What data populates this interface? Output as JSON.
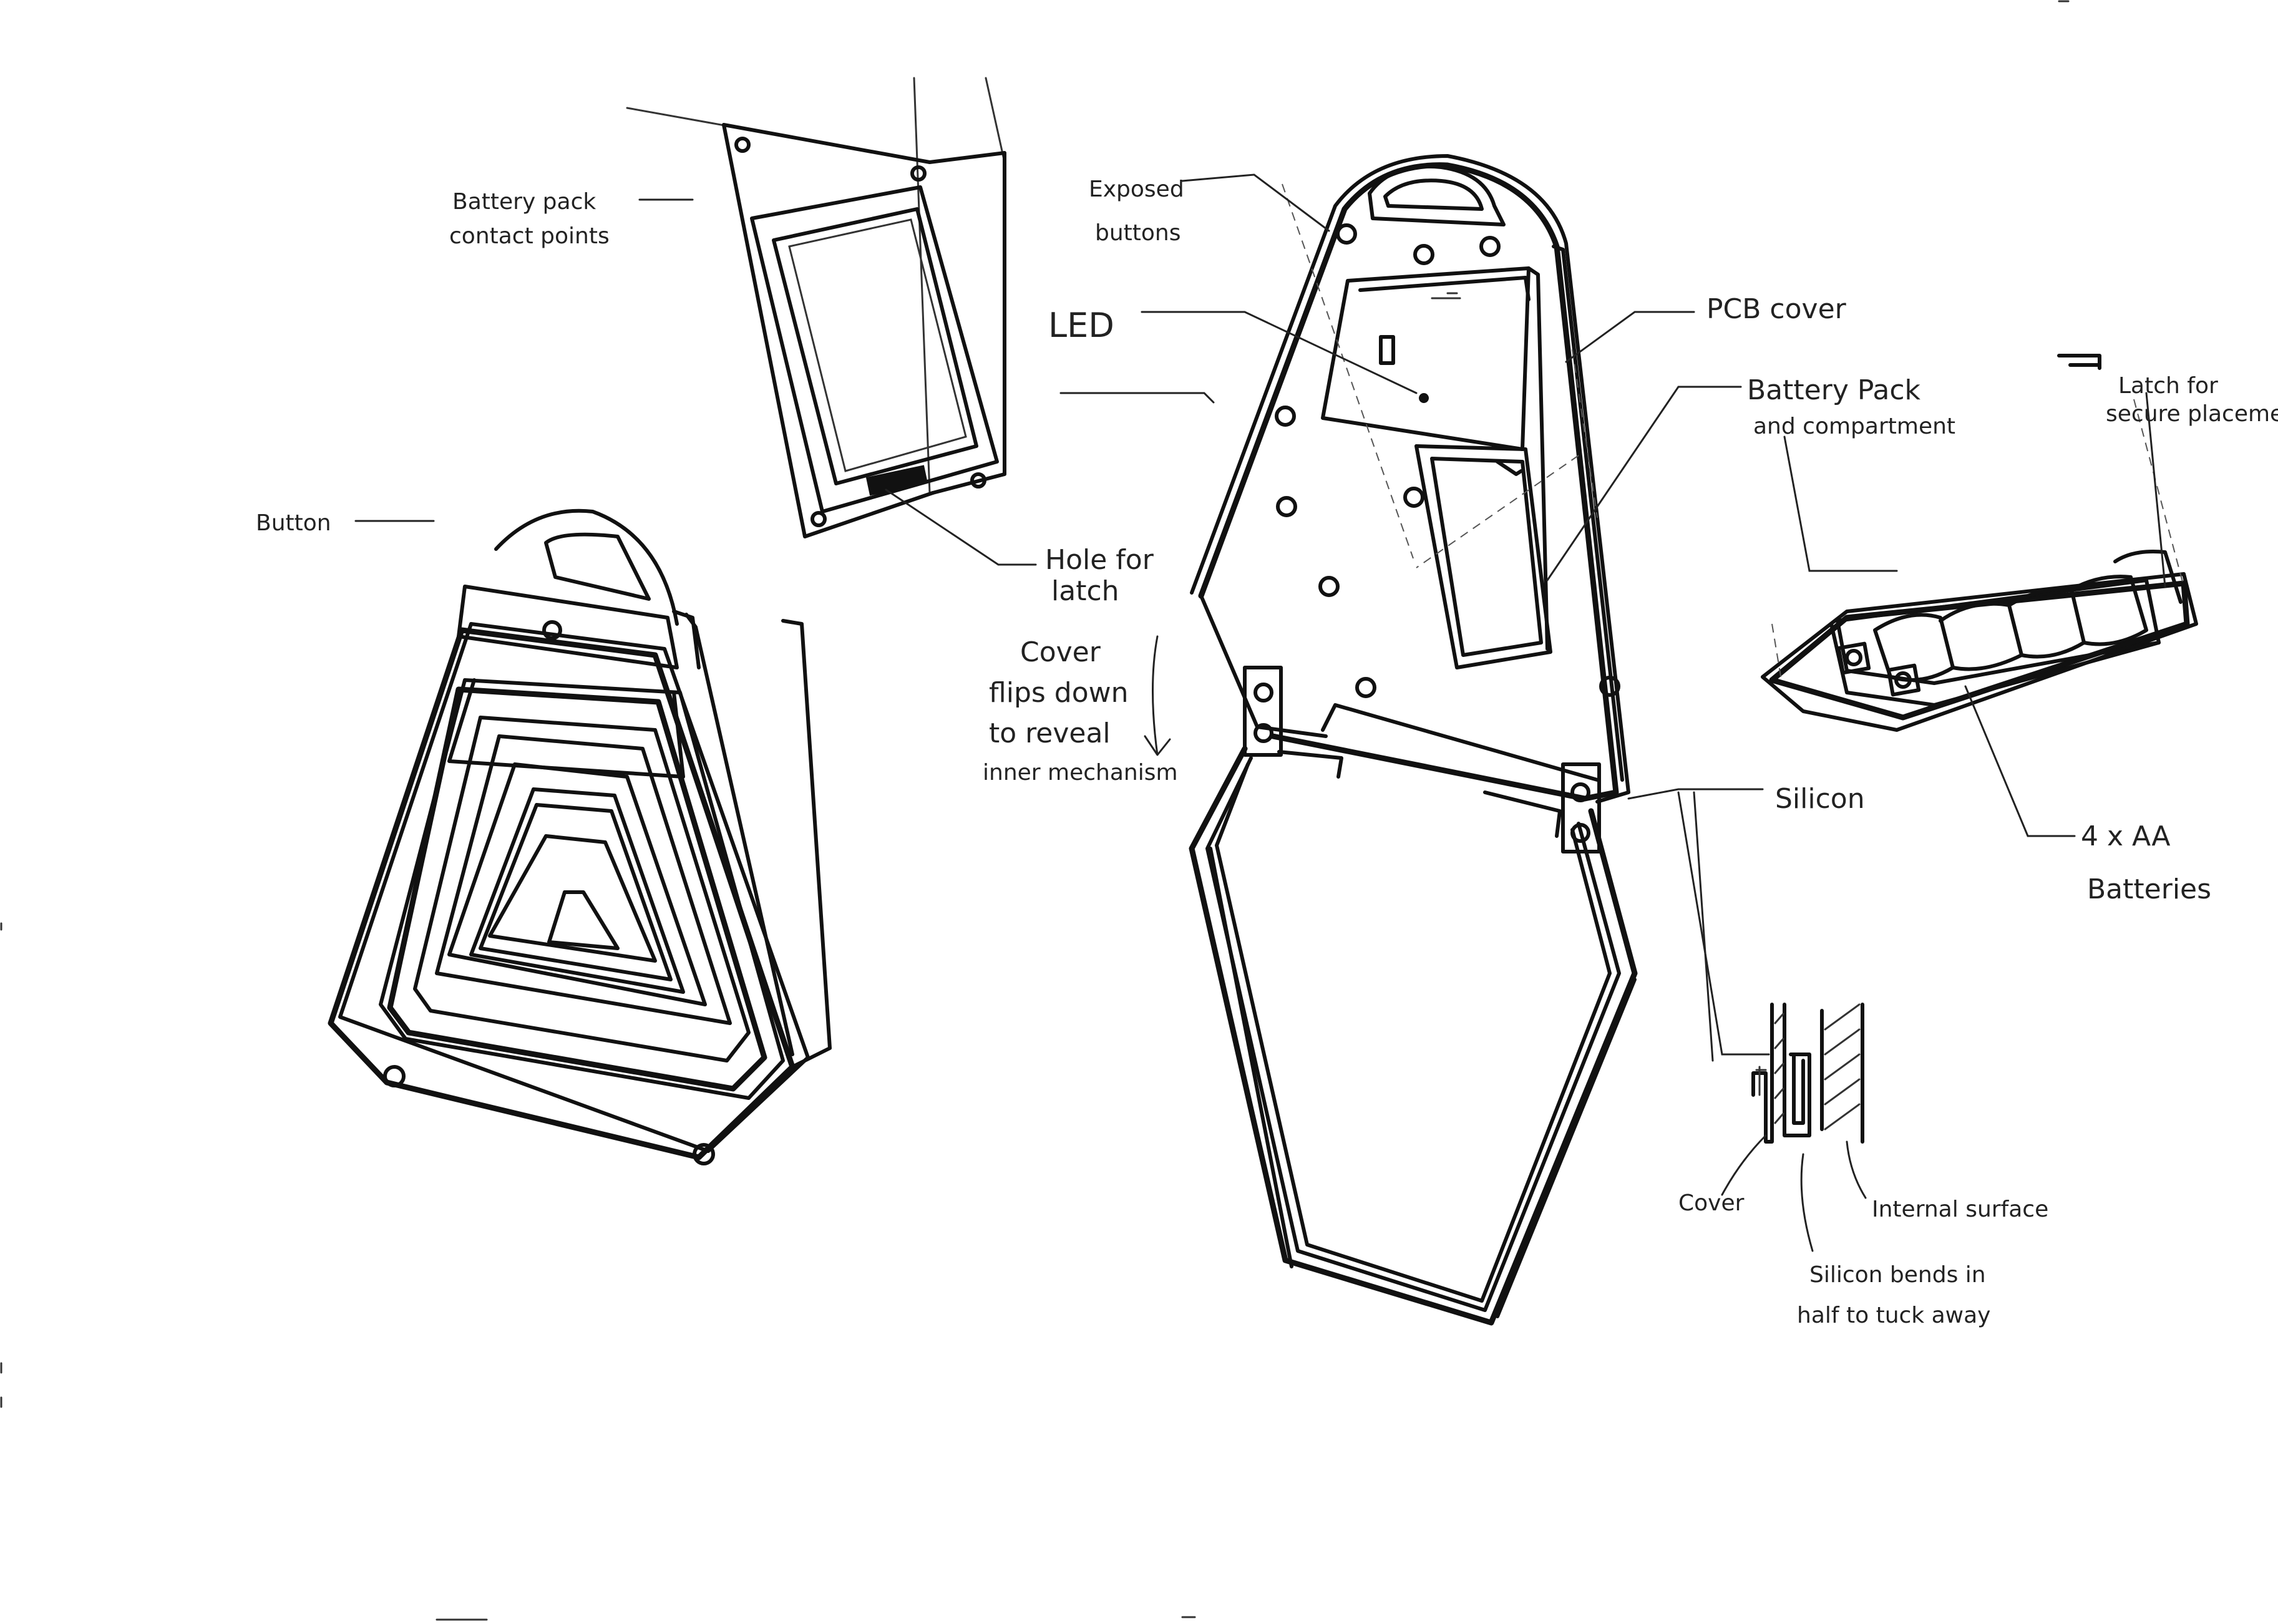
{
  "sketch": {
    "labels": {
      "battery_contact_line1": "Battery pack",
      "battery_contact_line2": "contact points",
      "button": "Button",
      "hole_line1": "Hole for",
      "hole_line2": "latch",
      "exposed_line1": "Exposed",
      "exposed_line2": "buttons",
      "led": "LED",
      "pcb_cover": "PCB cover",
      "battery_pack_line1": "Battery Pack",
      "battery_pack_line2": "and compartment",
      "latch_line1": "Latch for",
      "latch_line2": "secure placement",
      "cover_flip_line1": "Cover",
      "cover_flip_line2": "flips down",
      "cover_flip_line3": "to reveal",
      "cover_flip_line4": "inner mechanism",
      "silicon": "Silicon",
      "batteries_line1": "4 x AA",
      "batteries_line2": "Batteries",
      "detail_cover": "Cover",
      "detail_internal": "Internal surface",
      "detail_note_line1": "Silicon bends in",
      "detail_note_line2": "half to tuck away"
    }
  }
}
